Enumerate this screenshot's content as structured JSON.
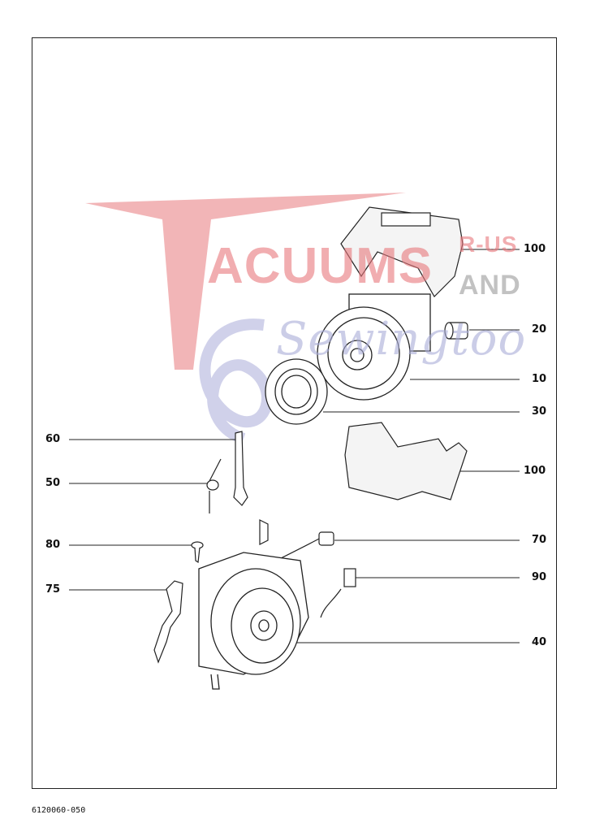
{
  "callouts": {
    "c100a": "100",
    "c20": "20",
    "c10": "10",
    "c30": "30",
    "c100b": "100",
    "c60": "60",
    "c50": "50",
    "c80": "80",
    "c70": "70",
    "c75": "75",
    "c90": "90",
    "c40": "40"
  },
  "drawing_number": "6120060-050",
  "watermark": {
    "line1": "ACUUMS",
    "r_us": "R-US",
    "and": "AND",
    "script": "Sewingtoo",
    "red": "#e8787c",
    "blue": "#a9acd8",
    "grey": "#9a9a9a"
  }
}
